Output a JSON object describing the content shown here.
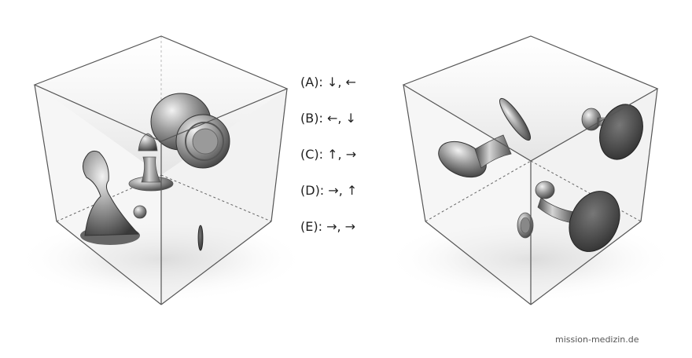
{
  "options": [
    {
      "label": "(A): ↓, ←"
    },
    {
      "label": "(B): ←, ↓"
    },
    {
      "label": "(C): ↑, →"
    },
    {
      "label": "(D): →, ↑"
    },
    {
      "label": "(E): →, →"
    }
  ],
  "credit": "mission-medizin.de",
  "colors": {
    "edge": "#555555",
    "cube_fill": "#f3f3f3",
    "object": "#8a8a8a",
    "text": "#222222"
  }
}
